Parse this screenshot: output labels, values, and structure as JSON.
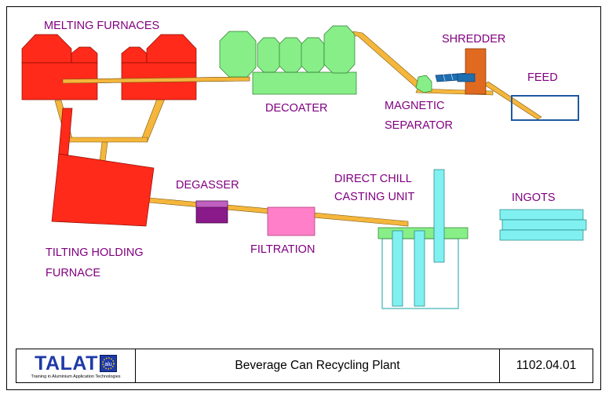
{
  "labels": {
    "melting_furnaces": "MELTING FURNACES",
    "decoater": "DECOATER",
    "shredder": "SHREDDER",
    "feed": "FEED",
    "magnetic_line1": "MAGNETIC",
    "magnetic_line2": "SEPARATOR",
    "degasser": "DEGASSER",
    "direct_chill_line1": "DIRECT CHILL",
    "direct_chill_line2": "CASTING UNIT",
    "ingots": "INGOTS",
    "tilting_line1": "TILTING HOLDING",
    "tilting_line2": "FURNACE",
    "filtration": "FILTRATION"
  },
  "footer": {
    "logo_text": "TALAT",
    "logo_badge": "alu",
    "logo_subtitle": "Training in Aluminium Application Technologies",
    "title": "Beverage Can Recycling Plant",
    "code": "1102.04.01"
  },
  "colors": {
    "label": "#800080",
    "furnace": "#ff2a1a",
    "decoater": "#88ee88",
    "conveyor": "#f5b63c",
    "shredder": "#e06a20",
    "magnet_belt": "#1f6fb0",
    "degasser": "#8a1a8a",
    "filtration": "#ff80c8",
    "casting": "#80f0f0",
    "feed_box": "#1f5aa0",
    "logo": "#1e3aa8"
  }
}
